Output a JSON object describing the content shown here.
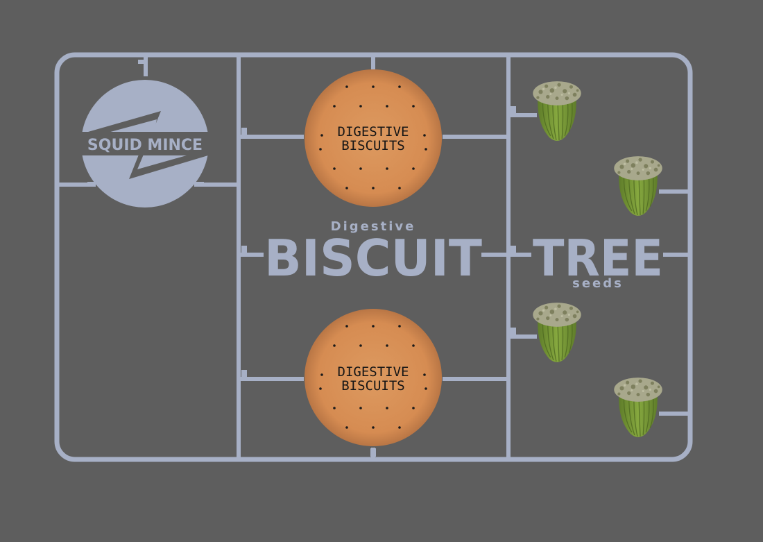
{
  "colors": {
    "background": "#5e5e5e",
    "sprue": "#a7b0c6",
    "biscuit": "#d98f55",
    "biscuit_edge": "#b87845",
    "acorn_body": "#7e9e3a",
    "acorn_cap": "#a8a88c",
    "text_dark": "#161616"
  },
  "logo": {
    "text": "SQUID MINCE"
  },
  "title": {
    "small_top": "Digestive",
    "big_left": "BISCUIT",
    "big_right": "TREE",
    "small_bottom": "seeds"
  },
  "biscuits": [
    {
      "line1": "DIGESTIVE",
      "line2": "BISCUITS"
    },
    {
      "line1": "DIGESTIVE",
      "line2": "BISCUITS"
    }
  ],
  "acorns": [
    {
      "icon": "acorn-icon"
    },
    {
      "icon": "acorn-icon"
    },
    {
      "icon": "acorn-icon"
    },
    {
      "icon": "acorn-icon"
    }
  ]
}
